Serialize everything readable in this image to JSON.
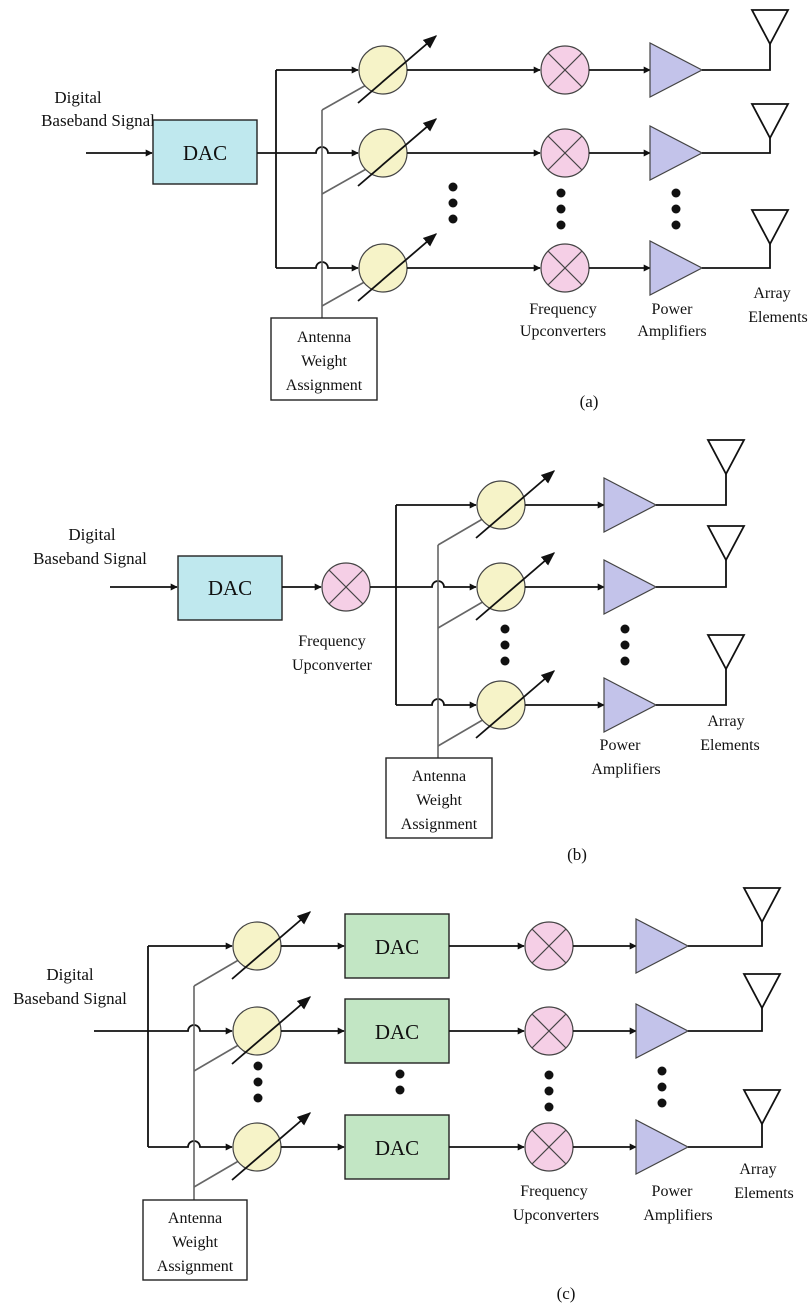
{
  "colors": {
    "dac_a": "#bfe8ee",
    "dac_b": "#bfe8ee",
    "dac_c": "#c2e6c4",
    "phase_shifter": "#f6f3c8",
    "mixer": "#f5cfe6",
    "amplifier": "#c3c3ea",
    "line": "#111111",
    "control_line": "#666666"
  },
  "icons": {
    "phase_shifter": "circle-with-diagonal-arrow-icon",
    "mixer": "circle-with-x-icon",
    "amplifier": "triangle-amplifier-icon",
    "antenna": "antenna-icon"
  },
  "panels": {
    "a": {
      "caption": "(a)",
      "input_line1": "Digital",
      "input_line2": "Baseband  Signal",
      "dac": "DAC",
      "weight_line1": "Antenna",
      "weight_line2": "Weight",
      "weight_line3": "Assignment",
      "upconv_line1": "Frequency",
      "upconv_line2": "Upconverters",
      "pa_line1": "Power",
      "pa_line2": "Amplifiers",
      "array_line1": "Array",
      "array_line2": "Elements"
    },
    "b": {
      "caption": "(b)",
      "input_line1": "Digital",
      "input_line2": "Baseband  Signal",
      "dac": "DAC",
      "upconv_line1": "Frequency",
      "upconv_line2": "Upconverter",
      "weight_line1": "Antenna",
      "weight_line2": "Weight",
      "weight_line3": "Assignment",
      "pa_line1": "Power",
      "pa_line2": "Amplifiers",
      "array_line1": "Array",
      "array_line2": "Elements"
    },
    "c": {
      "caption": "(c)",
      "input_line1": "Digital",
      "input_line2": "Baseband  Signal",
      "dac": "DAC",
      "weight_line1": "Antenna",
      "weight_line2": "Weight",
      "weight_line3": "Assignment",
      "upconv_line1": "Frequency",
      "upconv_line2": "Upconverters",
      "pa_line1": "Power",
      "pa_line2": "Amplifiers",
      "array_line1": "Array",
      "array_line2": "Elements"
    }
  }
}
